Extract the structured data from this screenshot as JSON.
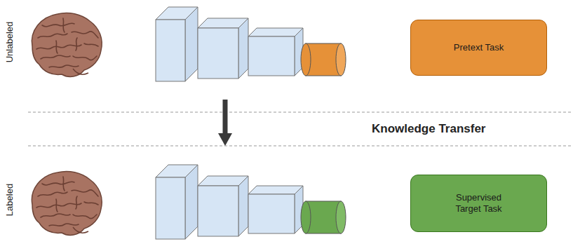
{
  "diagram": {
    "nodes": [
      {
        "text": [
          "Pretext Task"
        ]
      },
      {
        "text": [
          "Supervised Target Task"
        ]
      }
    ],
    "labels": [
      "Unlabeled",
      "Knowledge Transfer",
      "Labeled"
    ]
  }
}
